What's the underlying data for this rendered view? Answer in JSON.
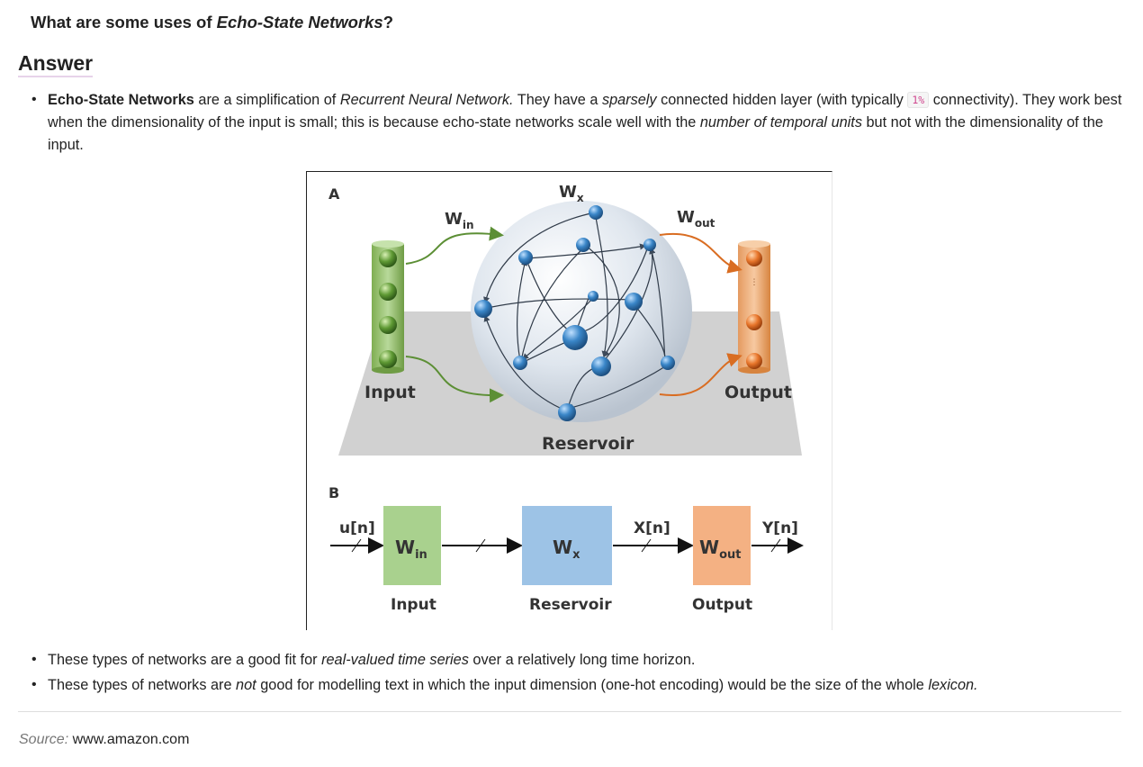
{
  "question": {
    "prefix": "What are some uses of ",
    "emph": "Echo-State Networks",
    "suffix": "?"
  },
  "answer_heading": "Answer",
  "bullet1": {
    "b": "Echo-State Networks",
    "t1": " are a simplification of ",
    "i1": "Recurrent Neural Network.",
    "t2": " They have a ",
    "i2": "sparsely",
    "t3": " connected hidden layer (with typically ",
    "code": "1%",
    "t4": " connectivity). They work best when the dimensionality of the input is small; this is because echo-state networks scale well with the ",
    "i3": "number of temporal units",
    "t5": " but not with the dimensionality of the input."
  },
  "figure": {
    "panel_a": "A",
    "panel_b": "B",
    "w_in": "W",
    "w_in_sub": "in",
    "w_x": "W",
    "w_x_sub": "x",
    "w_out": "W",
    "w_out_sub": "out",
    "input_label": "Input",
    "output_label": "Output",
    "reservoir_label": "Reservoir",
    "u_n": "u[n]",
    "x_n": "X[n]",
    "y_n": "Y[n]",
    "box_in": "W",
    "box_in_sub": "in",
    "box_x": "W",
    "box_x_sub": "x",
    "box_out": "W",
    "box_out_sub": "out",
    "b_input": "Input",
    "b_reservoir": "Reservoir",
    "b_output": "Output",
    "colors": {
      "input_green": "#7fb04e",
      "reservoir_blue": "#3a86c8",
      "output_orange": "#e8863b",
      "box_green": "#a9d18e",
      "box_blue": "#9dc3e6",
      "box_orange": "#f4b183"
    }
  },
  "bullet2": {
    "t1": "These types of networks are a good fit for ",
    "i1": "real-valued time series",
    "t2": " over a relatively long time horizon."
  },
  "bullet3": {
    "t1": "These types of networks are ",
    "i1": "not",
    "t2": " good for modelling text in which the input dimension (one-hot encoding) would be the size of the whole ",
    "i2": "lexicon."
  },
  "source": {
    "label": "Source:",
    "value": " www.amazon.com"
  }
}
